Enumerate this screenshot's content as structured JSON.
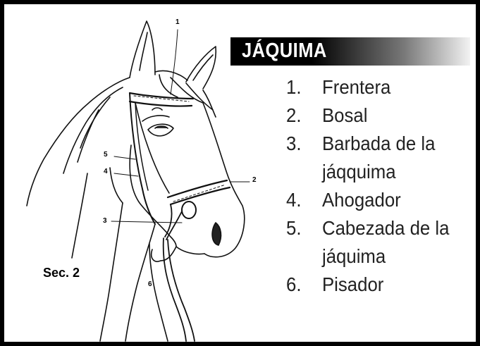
{
  "title": "JÁQUIMA",
  "legend": [
    {
      "num": "1.",
      "text": "Frentera"
    },
    {
      "num": "2.",
      "text": "Bosal"
    },
    {
      "num": "3.",
      "text": "Barbada de la jáqquima"
    },
    {
      "num": "4.",
      "text": "Ahogador"
    },
    {
      "num": "5.",
      "text": "Cabezada de la jáquima"
    },
    {
      "num": "6.",
      "text": "Pisador"
    }
  ],
  "callouts": [
    "1",
    "2",
    "3",
    "4",
    "5",
    "6"
  ],
  "section_label": "Sec. 2",
  "icons": [
    "horse-head-illustration"
  ]
}
